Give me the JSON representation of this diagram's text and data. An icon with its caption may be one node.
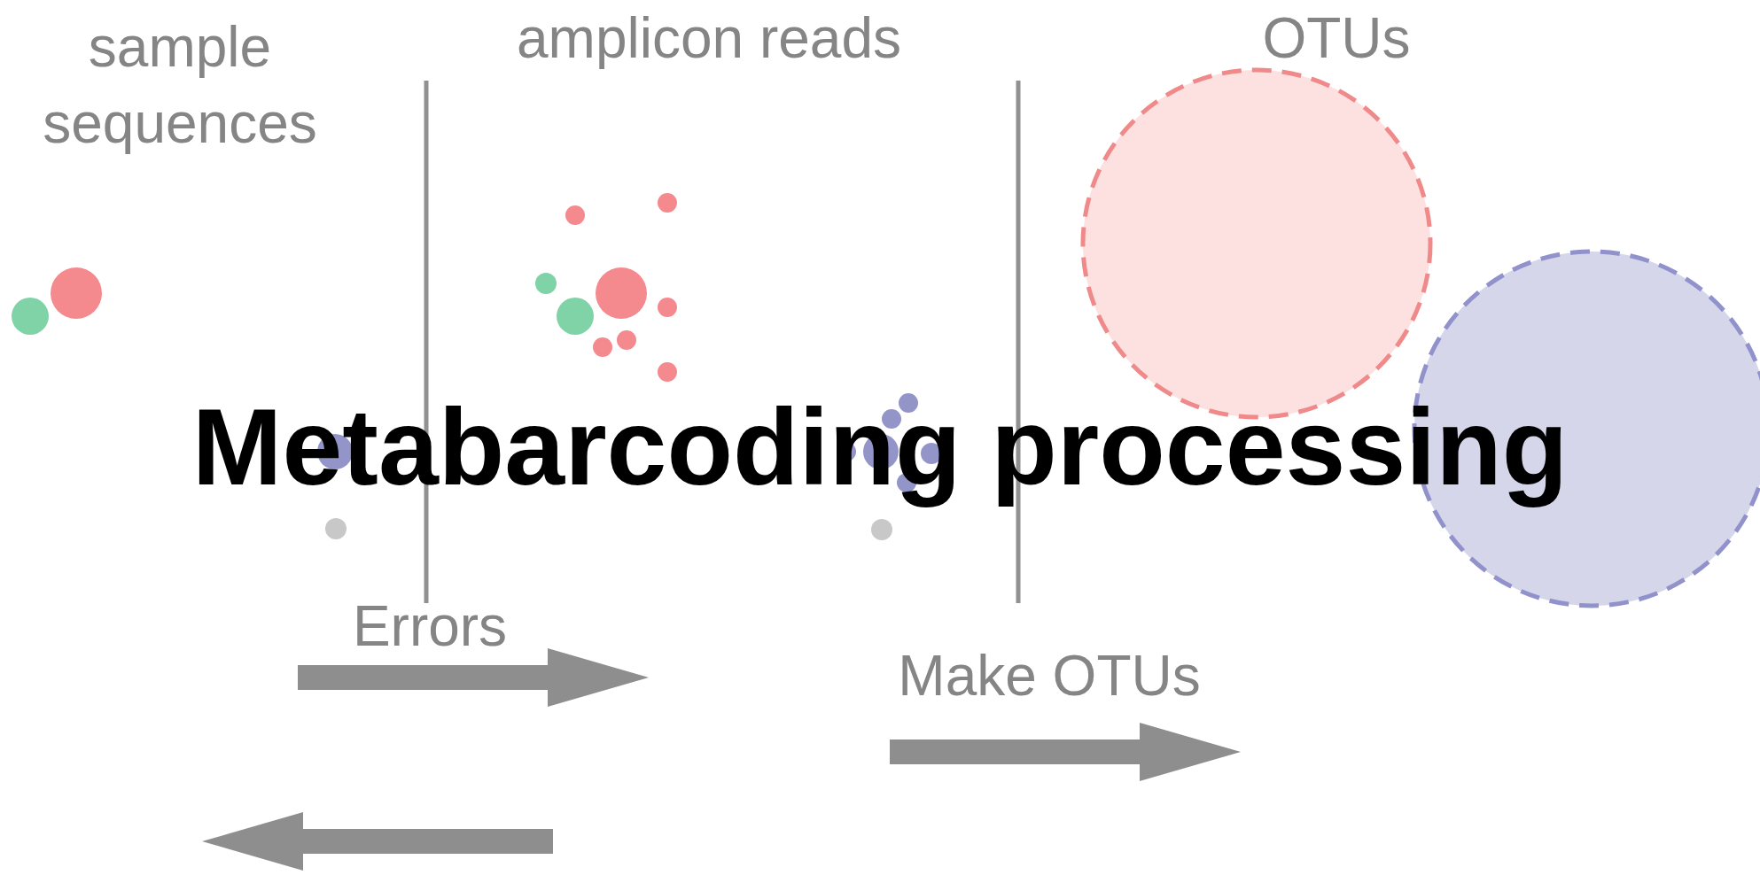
{
  "diagram": {
    "title": "Metabarcoding processing",
    "nodes": [
      {
        "text": [],
        "shape": "circle"
      },
      {
        "text": [],
        "shape": "circle"
      }
    ],
    "labels": [
      "sample sequences",
      "amplicon reads",
      "OTUs",
      "Errors",
      "Make OTUs"
    ]
  }
}
